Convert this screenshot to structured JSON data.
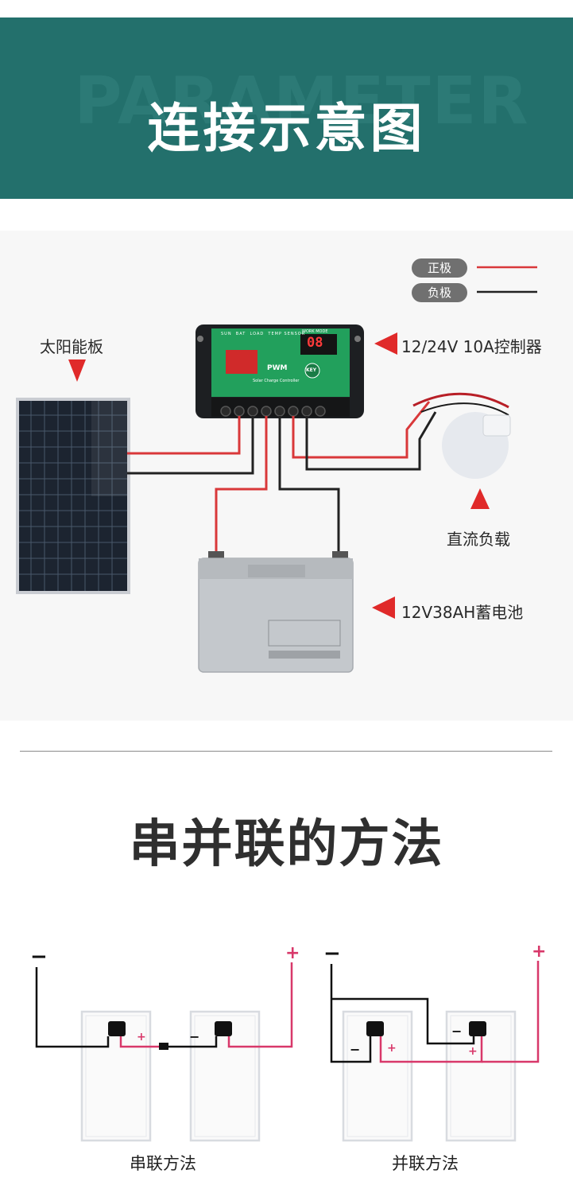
{
  "banner": {
    "watermark": "PARAMETER",
    "title": "连接示意图"
  },
  "legend": {
    "positive": {
      "label": "正极",
      "color": "#d9383a"
    },
    "negative": {
      "label": "负极",
      "color": "#222222"
    }
  },
  "wiring": {
    "solar_panel_label": "太阳能板",
    "controller_label": "12/24V 10A控制器",
    "load_label": "直流负载",
    "battery_label": "12V38AH蓄电池",
    "controller_display": "08",
    "controller_pwm": "PWM",
    "controller_key": "KEY",
    "controller_subtitle": "Solar Charge Controller",
    "controller_top_labels": [
      "SUN",
      "BAT",
      "LOAD",
      "TEMP SENSOR"
    ],
    "controller_mode": "WORK MODE",
    "arrow_color": "#e02a2a"
  },
  "section2": {
    "title": "串并联的方法",
    "series_caption": "串联方法",
    "parallel_caption": "并联方法",
    "minus": "−",
    "plus": "+"
  }
}
